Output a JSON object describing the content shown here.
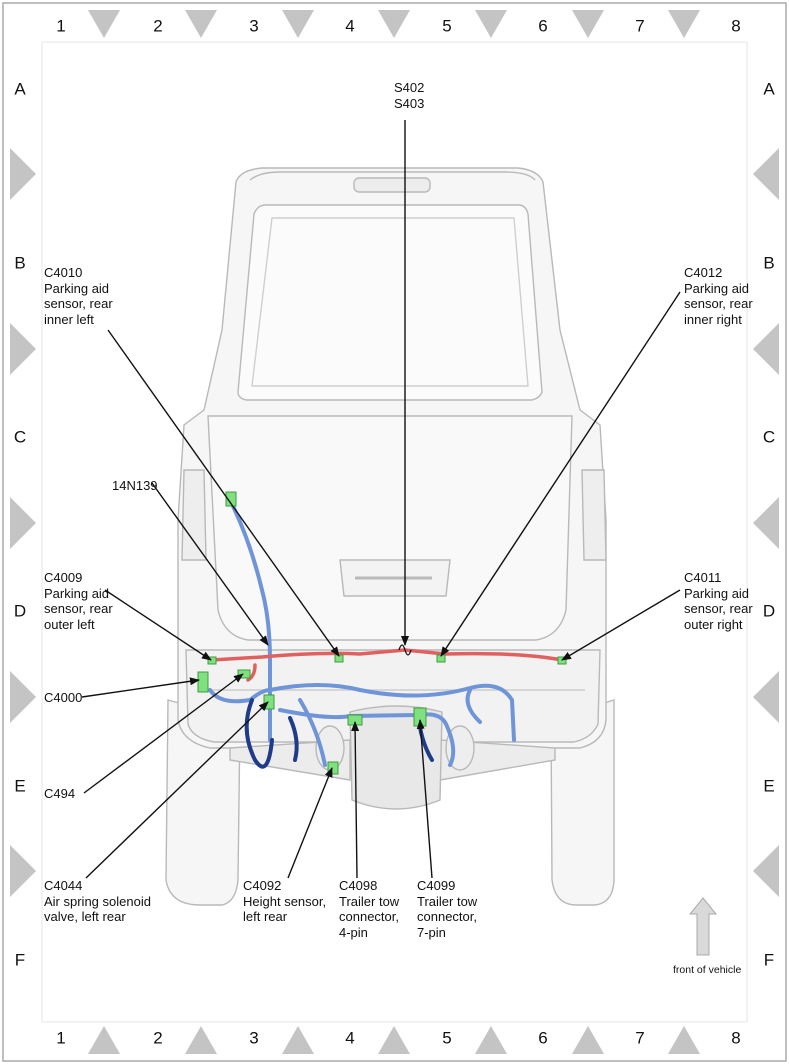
{
  "grid": {
    "columns": [
      "1",
      "2",
      "3",
      "4",
      "5",
      "6",
      "7",
      "8"
    ],
    "rows": [
      "A",
      "B",
      "C",
      "D",
      "E",
      "F"
    ]
  },
  "callouts": {
    "s402": {
      "code": "S402",
      "line2": "S403"
    },
    "c4010": {
      "code": "C4010",
      "line2": "Parking aid",
      "line3": "sensor, rear",
      "line4": "inner left"
    },
    "c4012": {
      "code": "C4012",
      "line2": "Parking aid",
      "line3": "sensor, rear",
      "line4": "inner right"
    },
    "n14n139": {
      "code": "14N139"
    },
    "c4009": {
      "code": "C4009",
      "line2": "Parking aid",
      "line3": "sensor, rear",
      "line4": "outer left"
    },
    "c4011": {
      "code": "C4011",
      "line2": "Parking aid",
      "line3": "sensor, rear",
      "line4": "outer right"
    },
    "c4000": {
      "code": "C4000"
    },
    "c494": {
      "code": "C494"
    },
    "c4044": {
      "code": "C4044",
      "line2": "Air spring solenoid",
      "line3": "valve, left rear"
    },
    "c4092": {
      "code": "C4092",
      "line2": "Height sensor,",
      "line3": "left rear"
    },
    "c4098": {
      "code": "C4098",
      "line2": "Trailer tow",
      "line3": "connector,",
      "line4": "4-pin"
    },
    "c4099": {
      "code": "C4099",
      "line2": "Trailer tow",
      "line3": "connector,",
      "line4": "7-pin"
    }
  },
  "orientation": {
    "label": "front of vehicle"
  },
  "colors": {
    "harness_blue": "#6f95d8",
    "harness_dark": "#1f3c88",
    "harness_red": "#e06060",
    "connector_green": "#7ee07e",
    "frame": "#c4c4c4",
    "vehicle_line": "#b9b9b9",
    "vehicle_fill": "#f6f6f6"
  }
}
